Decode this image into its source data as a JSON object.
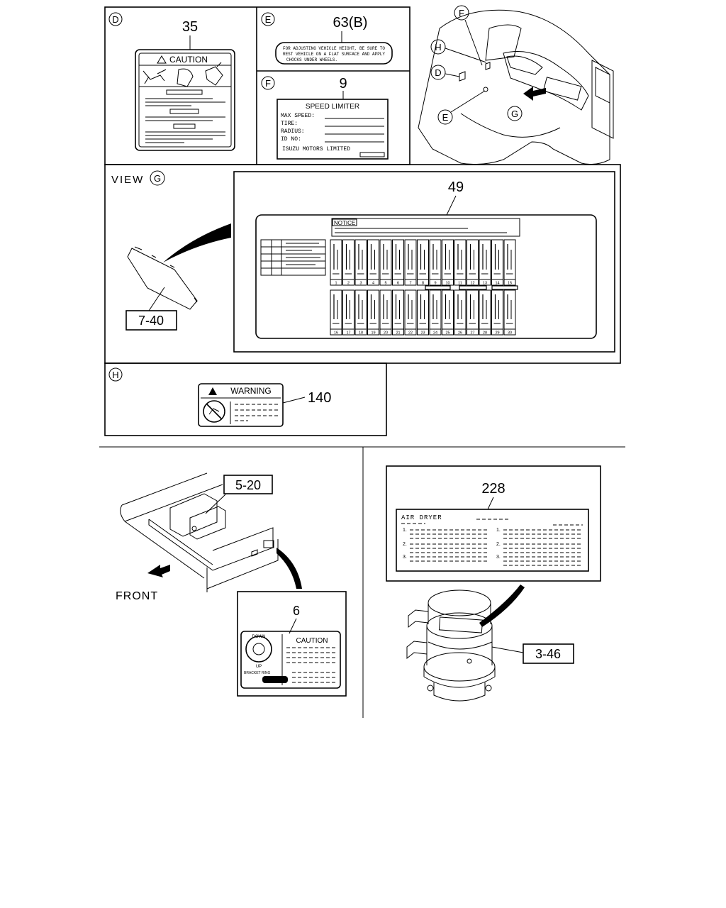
{
  "panels": {
    "d": {
      "marker": "D",
      "part_no": "35",
      "label_title": "CAUTION"
    },
    "e": {
      "marker": "E",
      "part_no": "63(B)",
      "label_lines": [
        "FOR ADJUSTING VEHICLE HEIGHT, BE SURE TO",
        "REST VEHICLE ON A FLAT SURFACE AND APPLY",
        "CHOCKS UNDER WHEELS."
      ]
    },
    "f": {
      "marker": "F",
      "part_no": "9",
      "label_title": "SPEED LIMITER",
      "fields": [
        "MAX SPEED:",
        "TIRE:",
        "RADIUS:",
        "ID NO:"
      ],
      "footer": "ISUZU MOTORS LIMITED"
    },
    "overview": {
      "markers": [
        "F",
        "H",
        "D",
        "E",
        "G"
      ]
    },
    "view_g": {
      "title": "VIEW",
      "marker": "G",
      "ref_no": "7-40",
      "part_no": "49",
      "notice_title": "NOTICE",
      "fuse_numbers_top": [
        "1",
        "2",
        "3",
        "4",
        "5",
        "6",
        "7",
        "8",
        "9",
        "10",
        "11",
        "12",
        "13",
        "14",
        "15"
      ],
      "fuse_numbers_bottom": [
        "16",
        "17",
        "18",
        "19",
        "20",
        "21",
        "22",
        "23",
        "24",
        "25",
        "26",
        "27",
        "28",
        "29",
        "30"
      ]
    },
    "h": {
      "marker": "H",
      "label_title": "WARNING",
      "part_no": "140"
    },
    "frame": {
      "ref_no": "5-20",
      "front_label": "FRONT",
      "part_no": "6",
      "label_title": "CAUTION",
      "dial_top": "DOWN",
      "dial_bottom": "UP",
      "dial_note": "BRACKET RING"
    },
    "air_dryer": {
      "part_no": "228",
      "label_title": "AIR DRYER",
      "left_items": [
        "1.",
        "2.",
        "3."
      ],
      "right_items": [
        "1.",
        "2.",
        "3."
      ],
      "ref_no": "3-46"
    }
  }
}
